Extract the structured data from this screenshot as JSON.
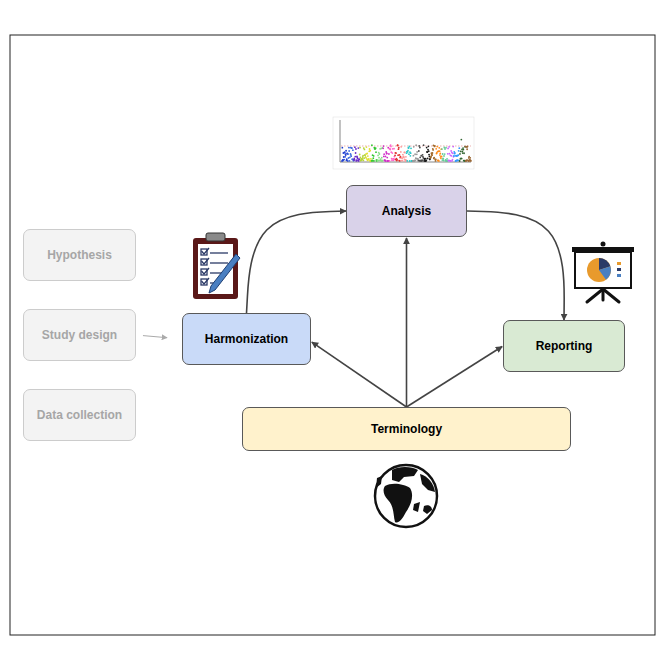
{
  "diagram": {
    "nodes": [
      {
        "text": [
          "Hypothesis"
        ]
      },
      {
        "text": [
          "Study design"
        ]
      },
      {
        "text": [
          "Data collection"
        ]
      },
      {
        "text": [
          "Analysis"
        ]
      },
      {
        "text": [
          "Harmonization"
        ]
      },
      {
        "text": [
          "Reporting"
        ]
      },
      {
        "text": [
          "Terminology"
        ]
      }
    ],
    "edges": [
      {
        "from": 1,
        "to": 4,
        "arrow": "to"
      },
      {
        "from": 4,
        "to": 3,
        "arrow": "to"
      },
      {
        "from": 3,
        "to": 5,
        "arrow": "to"
      },
      {
        "from": 6,
        "to": 4,
        "arrow": "to"
      },
      {
        "from": 6,
        "to": 3,
        "arrow": "to"
      },
      {
        "from": 6,
        "to": 5,
        "arrow": "to"
      }
    ]
  }
}
